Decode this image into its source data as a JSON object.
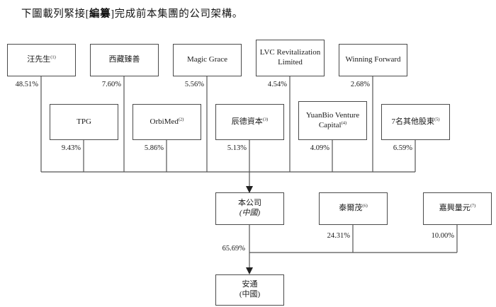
{
  "headline": {
    "before": "下圖載列緊接[",
    "bold": "編纂",
    "after": "]完成前本集團的公司架構。"
  },
  "chart_data": {
    "type": "diagram",
    "title": "本集團的公司架構",
    "tier1": [
      {
        "id": "wang",
        "label": "汪先生",
        "sup": "(1)",
        "pct": "48.51%"
      },
      {
        "id": "tibet",
        "label": "西藏臻善",
        "sup": "",
        "pct": "7.60%"
      },
      {
        "id": "magic",
        "label": "Magic Grace",
        "sup": "",
        "pct": "5.56%"
      },
      {
        "id": "lvc",
        "label": "LVC Revitalization Limited",
        "sup": "",
        "pct": "4.54%"
      },
      {
        "id": "winning",
        "label": "Winning Forward",
        "sup": "",
        "pct": "2.68%"
      }
    ],
    "tier2": [
      {
        "id": "tpg",
        "label": "TPG",
        "sup": "",
        "pct": "9.43%"
      },
      {
        "id": "orbimed",
        "label": "OrbiMed",
        "sup": "(2)",
        "pct": "5.86%"
      },
      {
        "id": "chende",
        "label": "辰德資本",
        "sup": "(3)",
        "pct": "5.13%"
      },
      {
        "id": "yuanbio",
        "label": "YuanBio Venture Capital",
        "sup": "(4)",
        "pct": "4.09%"
      },
      {
        "id": "others",
        "label": "7名其他股東",
        "sup": "(5)",
        "pct": "6.59%"
      }
    ],
    "tier3": [
      {
        "id": "company",
        "label_main": "本公司",
        "label_sub": "(中國)",
        "sup": "",
        "pct": "65.69%"
      },
      {
        "id": "terumo",
        "label_main": "泰爾茂",
        "label_sub": "",
        "sup": "(6)",
        "pct": "24.31%"
      },
      {
        "id": "jiaxing",
        "label_main": "嘉興量元",
        "label_sub": "",
        "sup": "(7)",
        "pct": "10.00%"
      }
    ],
    "tier4": [
      {
        "id": "antong",
        "label_main": "安通",
        "label_sub": "(中國)"
      }
    ],
    "colors": {
      "box_border": "#4a4a4a",
      "line": "#555555",
      "text": "#1a1a1a",
      "background": "#ffffff"
    }
  }
}
